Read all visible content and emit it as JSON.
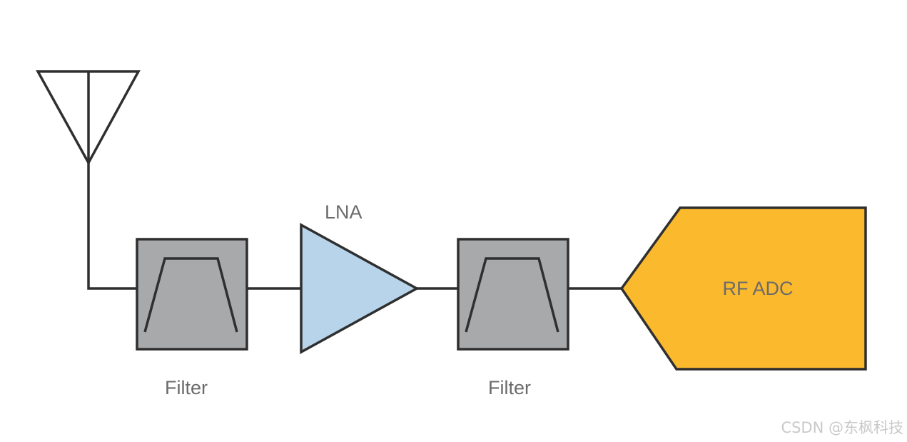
{
  "diagram": {
    "labels": {
      "lna": "LNA",
      "filter1": "Filter",
      "filter2": "Filter",
      "adc": "RF ADC"
    },
    "watermark": "CSDN @东枫科技",
    "colors": {
      "stroke": "#2f2f2f",
      "filter_fill": "#a8a9ab",
      "lna_fill": "#b7d4ea",
      "adc_fill": "#fbb92e",
      "label_text": "#6b6b6b",
      "watermark_text": "#c9c9c9"
    }
  }
}
